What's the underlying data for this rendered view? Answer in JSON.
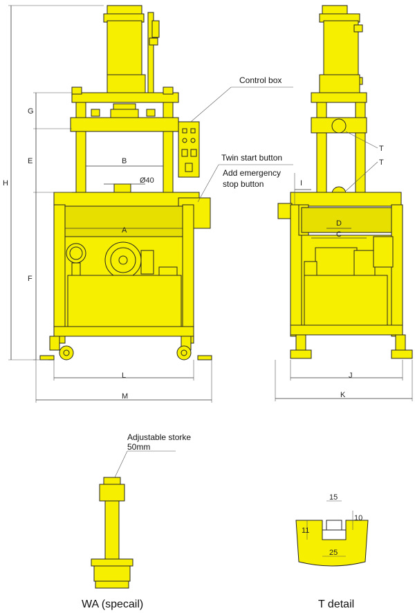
{
  "callouts": {
    "control_box": "Control box",
    "twin_start": "Twin start button",
    "add_emergency_1": "Add emergency",
    "add_emergency_2": "stop button",
    "adjustable_1": "Adjustable storke",
    "adjustable_2": "50mm"
  },
  "dimensions": {
    "G": "G",
    "E": "E",
    "H": "H",
    "F": "F",
    "B": "B",
    "A": "A",
    "phi40": "Ø40",
    "L": "L",
    "M": "M",
    "I": "I",
    "T1": "T",
    "T2": "T",
    "D": "D",
    "C": "C",
    "J": "J",
    "K": "K",
    "t15": "15",
    "t11": "11",
    "t10": "10",
    "t25": "25"
  },
  "captions": {
    "wa": "WA (specail)",
    "t_detail": "T detail"
  }
}
